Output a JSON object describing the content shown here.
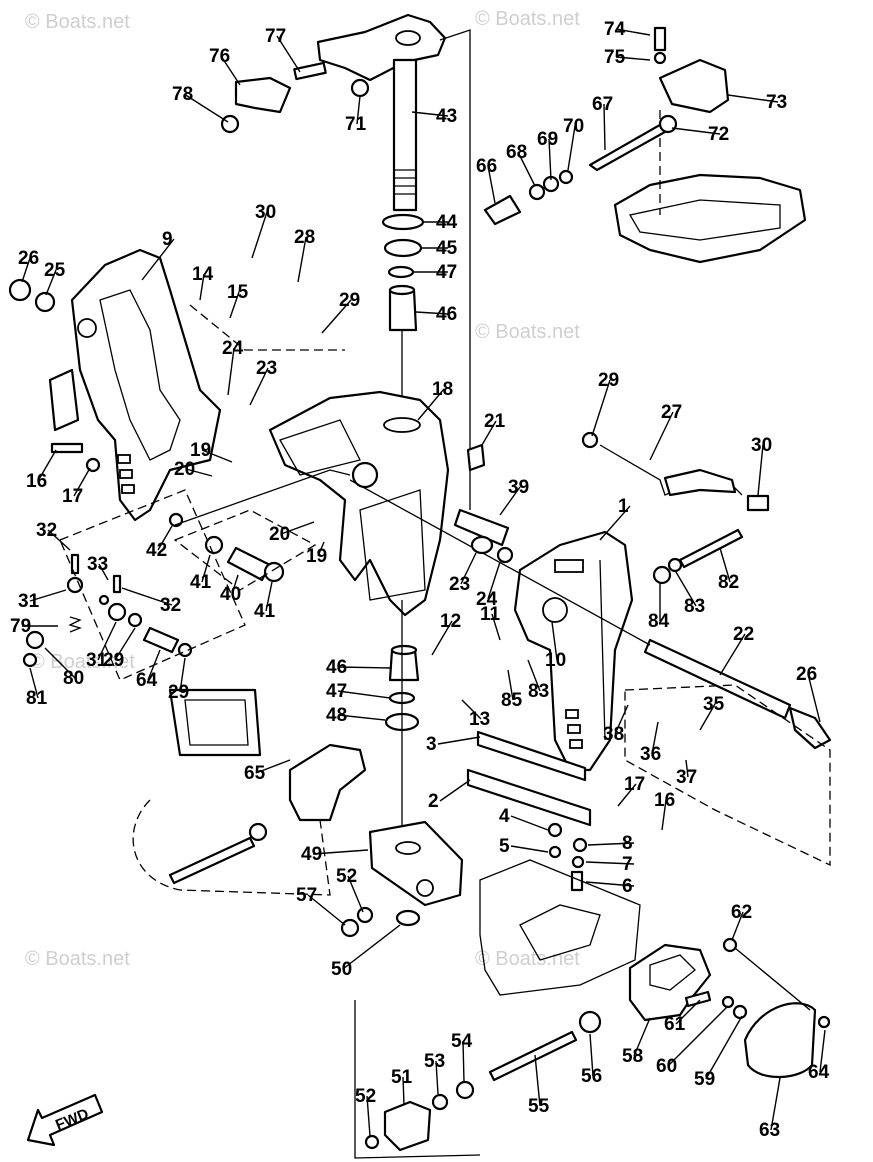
{
  "watermark": "© Boats.net",
  "fwd_label": "FWD",
  "part_numbers": [
    "1",
    "2",
    "3",
    "4",
    "5",
    "6",
    "7",
    "8",
    "9",
    "10",
    "11",
    "12",
    "13",
    "14",
    "15",
    "16",
    "17",
    "18",
    "19",
    "20",
    "21",
    "22",
    "23",
    "24",
    "25",
    "26",
    "27",
    "28",
    "29",
    "30",
    "31",
    "32",
    "33",
    "35",
    "36",
    "37",
    "38",
    "39",
    "40",
    "41",
    "42",
    "43",
    "44",
    "45",
    "46",
    "47",
    "48",
    "49",
    "50",
    "51",
    "52",
    "53",
    "54",
    "55",
    "56",
    "57",
    "58",
    "59",
    "60",
    "61",
    "62",
    "63",
    "64",
    "65",
    "66",
    "67",
    "68",
    "69",
    "70",
    "71",
    "72",
    "73",
    "74",
    "75",
    "76",
    "77",
    "78",
    "79",
    "80",
    "81",
    "82",
    "83",
    "84",
    "85"
  ]
}
